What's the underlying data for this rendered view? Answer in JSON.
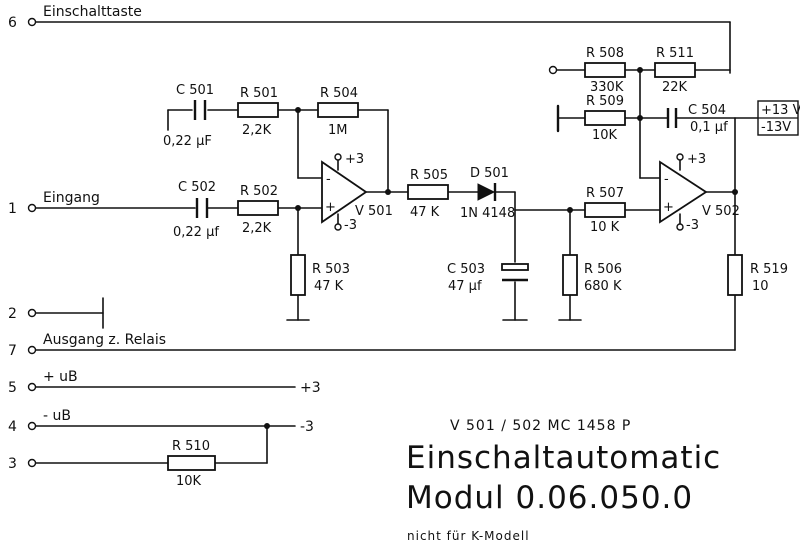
{
  "pins": [
    {
      "num": "6",
      "label": "Einschalttaste"
    },
    {
      "num": "1",
      "label": "Eingang"
    },
    {
      "num": "2",
      "label": ""
    },
    {
      "num": "7",
      "label": "Ausgang z. Relais"
    },
    {
      "num": "5",
      "label": "+ uB",
      "end": "+3"
    },
    {
      "num": "4",
      "label": "- uB",
      "end": "-3"
    },
    {
      "num": "3",
      "label": ""
    }
  ],
  "components": {
    "c501": {
      "ref": "C 501",
      "value": "0,22 µF"
    },
    "c502": {
      "ref": "C 502",
      "value": "0,22 µf"
    },
    "c503": {
      "ref": "C 503",
      "value": "47 µf"
    },
    "c504": {
      "ref": "C 504",
      "value": "0,1 µf"
    },
    "r501": {
      "ref": "R 501",
      "value": "2,2K"
    },
    "r502": {
      "ref": "R 502",
      "value": "2,2K"
    },
    "r503": {
      "ref": "R 503",
      "value": "47 K"
    },
    "r504": {
      "ref": "R 504",
      "value": "1M"
    },
    "r505": {
      "ref": "R 505",
      "value": "47 K"
    },
    "r506": {
      "ref": "R 506",
      "value": "680 K"
    },
    "r507": {
      "ref": "R 507",
      "value": "10 K"
    },
    "r508": {
      "ref": "R 508",
      "value": "330K"
    },
    "r509": {
      "ref": "R 509",
      "value": "10K"
    },
    "r510": {
      "ref": "R 510",
      "value": "10K"
    },
    "r511": {
      "ref": "R 511",
      "value": "22K"
    },
    "r519": {
      "ref": "R 519",
      "value": "10"
    },
    "d501": {
      "ref": "D 501",
      "value": "1N 4148"
    },
    "v501": {
      "ref": "V 501",
      "plus": "+3",
      "minus": "-3",
      "in_minus": "-",
      "in_plus": "+"
    },
    "v502": {
      "ref": "V 502",
      "plus": "+3",
      "minus": "-3",
      "in_minus": "-",
      "in_plus": "+"
    }
  },
  "supply_box": {
    "top": "+13 V",
    "bottom": "-13V"
  },
  "footer": {
    "ic": "V 501 / 502  MC 1458 P",
    "title": "Einschaltautomatic",
    "module": "Modul  0.06.050.0",
    "note": "nicht  für  K-Modell"
  }
}
